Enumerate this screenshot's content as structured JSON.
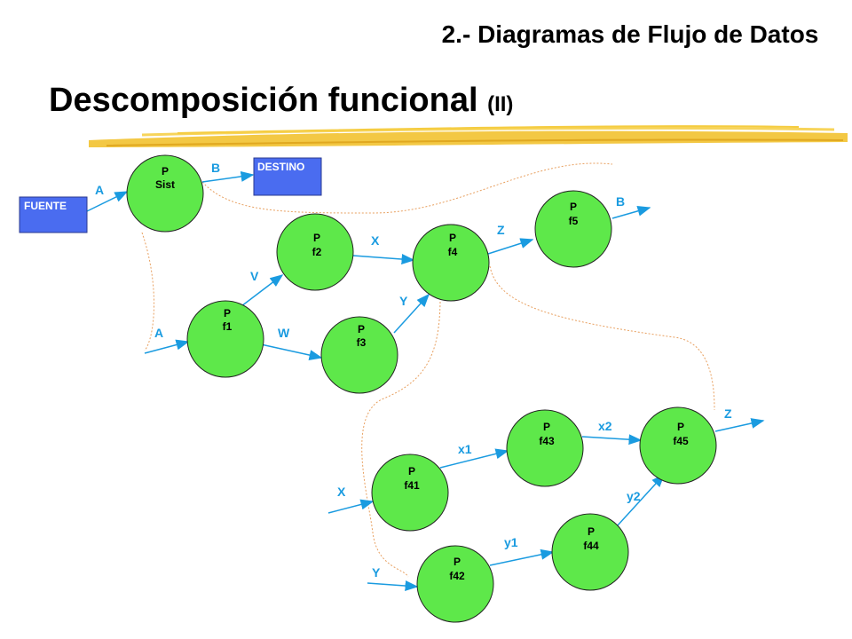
{
  "header": {
    "subtitle": "2.- Diagramas de Flujo de Datos",
    "title": "Descomposición funcional",
    "title_suffix": "(II)"
  },
  "boxes": {
    "fuente": "FUENTE",
    "destino": "DESTINO"
  },
  "processes": {
    "sist": {
      "p": "P",
      "name": "Sist"
    },
    "f1": {
      "p": "P",
      "name": "f1"
    },
    "f2": {
      "p": "P",
      "name": "f2"
    },
    "f3": {
      "p": "P",
      "name": "f3"
    },
    "f4": {
      "p": "P",
      "name": "f4"
    },
    "f5": {
      "p": "P",
      "name": "f5"
    },
    "f41": {
      "p": "P",
      "name": "f41"
    },
    "f42": {
      "p": "P",
      "name": "f42"
    },
    "f43": {
      "p": "P",
      "name": "f43"
    },
    "f44": {
      "p": "P",
      "name": "f44"
    },
    "f45": {
      "p": "P",
      "name": "f45"
    }
  },
  "flows": {
    "a_top": "A",
    "b_top": "B",
    "a_in": "A",
    "v": "V",
    "w": "W",
    "x": "X",
    "y": "Y",
    "z": "Z",
    "b_out": "B",
    "x1": "x1",
    "x2": "x2",
    "x_in": "X",
    "y_in": "Y",
    "y1": "y1",
    "y2": "y2",
    "z_out": "Z"
  },
  "colors": {
    "process_fill": "#5ee84a",
    "box_fill": "#4a6cf0",
    "arrow": "#1a9be0",
    "dotted": "#e8a060",
    "brush": "#f2c230"
  }
}
